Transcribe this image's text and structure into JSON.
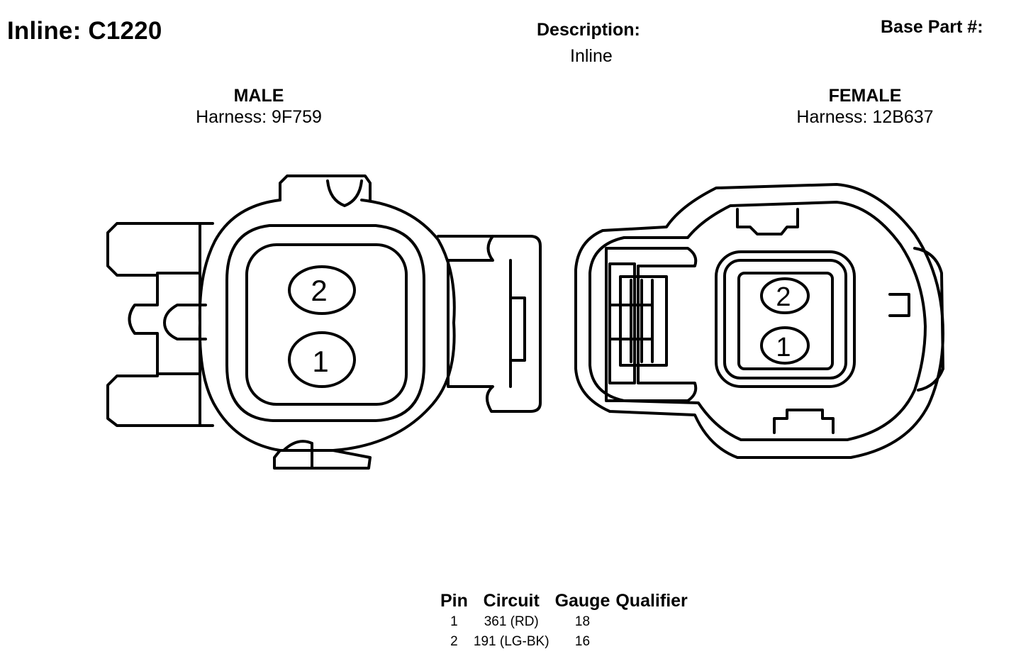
{
  "header": {
    "title": "Inline: C1220",
    "description_label": "Description:",
    "description_value": "Inline",
    "base_part_label": "Base Part #:"
  },
  "male": {
    "label": "MALE",
    "harness": "Harness: 9F759",
    "pins": [
      "2",
      "1"
    ]
  },
  "female": {
    "label": "FEMALE",
    "harness": "Harness: 12B637",
    "pins": [
      "2",
      "1"
    ]
  },
  "table": {
    "headers": [
      "Pin",
      "Circuit",
      "Gauge",
      "Qualifier"
    ],
    "rows": [
      [
        "1",
        "361 (RD)",
        "18",
        ""
      ],
      [
        "2",
        "191 (LG-BK)",
        "16",
        ""
      ]
    ]
  }
}
